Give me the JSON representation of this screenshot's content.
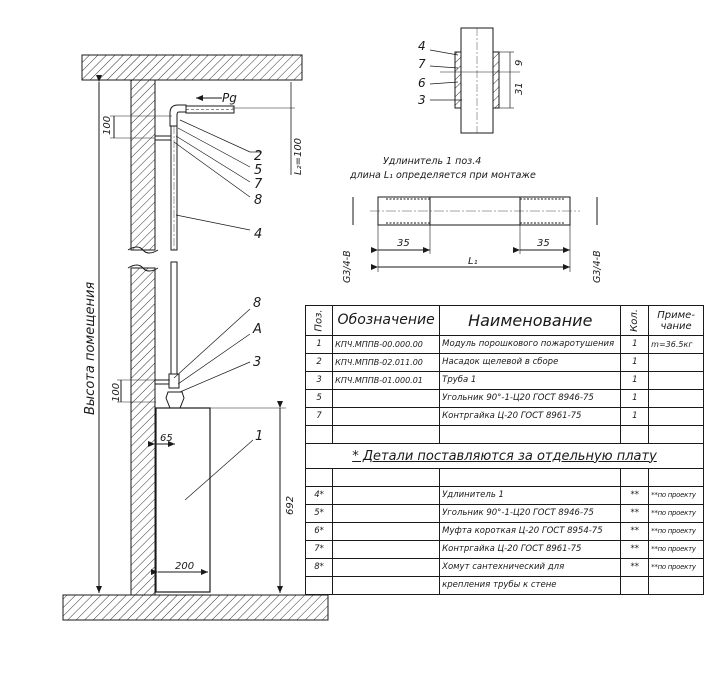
{
  "labels": {
    "pg": "Pg",
    "room_height": "Высота помещения",
    "dim_100_top": "100",
    "dim_l2": "L₂=100",
    "dim_100_bottom": "100",
    "dim_65": "65",
    "dim_200": "200",
    "dim_692": "692",
    "callout_2": "2",
    "callout_5": "5",
    "callout_7": "7",
    "callout_8_top": "8",
    "callout_4": "4",
    "callout_8_bottom": "8",
    "callout_A": "A",
    "callout_3": "3",
    "callout_1": "1"
  },
  "detail": {
    "callout_4": "4",
    "callout_7": "7",
    "callout_6": "6",
    "callout_3": "3",
    "dim_9": "9",
    "dim_31": "31"
  },
  "extension": {
    "title_line1": "Удлинитель 1 поз.4",
    "title_line2": "длина L₁ определяется при монтаже",
    "dim_35_left": "35",
    "dim_35_right": "35",
    "dim_l1": "L₁",
    "thread_left": "G3/4-B",
    "thread_right": "G3/4-B"
  },
  "table": {
    "headers": {
      "pos": "Поз.",
      "designation": "Обозначение",
      "name": "Наименование",
      "qty": "Кол.",
      "note": "Приме-чание"
    },
    "rows": [
      {
        "pos": "1",
        "designation": "КПЧ.МППВ-00.000.00",
        "name": "Модуль порошкового пожаротушения",
        "qty": "1",
        "note": "m=36.5кг"
      },
      {
        "pos": "2",
        "designation": "КПЧ.МППВ-02.011.00",
        "name": "Насадок щелевой в сборе",
        "qty": "1",
        "note": ""
      },
      {
        "pos": "3",
        "designation": "КПЧ.МППВ-01.000.01",
        "name": "Труба 1",
        "qty": "1",
        "note": ""
      },
      {
        "pos": "5",
        "designation": "",
        "name": "Угольник 90°-1-Ц20 ГОСТ 8946-75",
        "qty": "1",
        "note": ""
      },
      {
        "pos": "7",
        "designation": "",
        "name": "Контргайка Ц-20 ГОСТ 8961-75",
        "qty": "1",
        "note": ""
      }
    ],
    "section_title": "* Детали поставляются за отдельную плату",
    "extra_rows": [
      {
        "pos": "4*",
        "designation": "",
        "name": "Удлинитель 1",
        "qty": "**",
        "note": "**по проекту"
      },
      {
        "pos": "5*",
        "designation": "",
        "name": "Угольник 90°-1-Ц20 ГОСТ 8946-75",
        "qty": "**",
        "note": "**по проекту"
      },
      {
        "pos": "6*",
        "designation": "",
        "name": "Муфта короткая Ц-20 ГОСТ 8954-75",
        "qty": "**",
        "note": "**по проекту"
      },
      {
        "pos": "7*",
        "designation": "",
        "name": "Контргайка Ц-20 ГОСТ 8961-75",
        "qty": "**",
        "note": "**по проекту"
      },
      {
        "pos": "8*",
        "designation": "",
        "name": "Хомут сантехнический для",
        "qty": "**",
        "note": "**по проекту"
      },
      {
        "pos": "",
        "designation": "",
        "name": "крепления трубы к стене",
        "qty": "",
        "note": ""
      }
    ]
  }
}
